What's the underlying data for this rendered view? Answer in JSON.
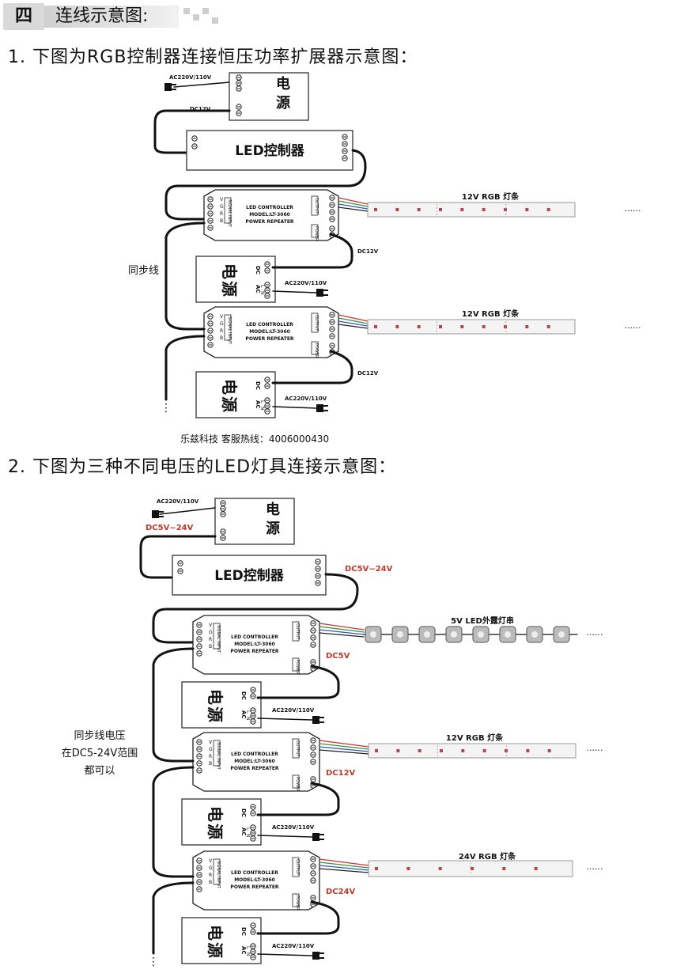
{
  "header": {
    "number": "四",
    "title": "连线示意图:"
  },
  "section1": {
    "title": "1. 下图为RGB控制器连接恒压功率扩展器示意图：",
    "sync_label": "同步线",
    "strip_label": "12V RGB 灯条",
    "dc_label": "DC12V"
  },
  "section2": {
    "title": "2. 下图为三种不同电压的LED灯具连接示意图：",
    "sync_label_lines": [
      "同步线电压",
      "在DC5-24V范围",
      "都可以"
    ],
    "dc_in": "DC5V~24V",
    "dc_out": "DC5V~24V",
    "pixel_label": "5V LED外露灯串",
    "strip12_label": "12V RGB 灯条",
    "strip24_label": "24V RGB 灯条",
    "dc5": "DC5V",
    "dc12": "DC12V",
    "dc24": "DC24V"
  },
  "footer": "乐兹科技 客服热线：4006000430",
  "common": {
    "power_supply": "电源",
    "ac_in": "AC220V/110V",
    "dc12_small": "DC12V",
    "controller": "LED控制器",
    "repeater_lines": [
      "LED CONTROLLER",
      "MODEL:LT-3060",
      "POWER REPEATER"
    ],
    "dots": "······",
    "ac": "AC",
    "dc": "DC",
    "l": "L",
    "n": "N",
    "rgb": [
      "V",
      "G",
      "R",
      "B"
    ],
    "signal_input": "SIGNAL INPUT",
    "output": "OUTPUT",
    "power": "POWER"
  },
  "colors": {
    "red_label": "#c0392b",
    "wire": "#111111",
    "green": "#3a8f3a",
    "blue": "#2f58b8"
  }
}
